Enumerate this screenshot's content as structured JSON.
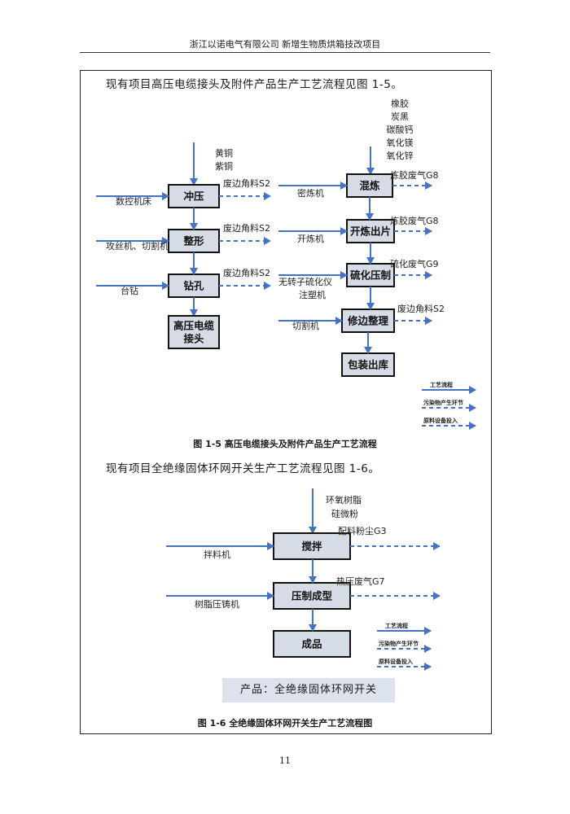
{
  "header": {
    "title": "浙江以诺电气有限公司 新增生物质烘箱技改项目"
  },
  "intro1": "现有项目高压电缆接头及附件产品生产工艺流程见图 1-5。",
  "intro2": "现有项目全绝缘固体环网开关生产工艺流程见图 1-6。",
  "fig5": {
    "caption": "图 1-5 高压电缆接头及附件产品生产工艺流程",
    "left": {
      "inputs": [
        "黄铜",
        "紫铜"
      ],
      "boxes": [
        "冲压",
        "整形",
        "钻孔"
      ],
      "final_box": [
        "高压电",
        "缆",
        "接头"
      ],
      "equipment": [
        "数控机床",
        "攻丝机、切割机",
        "台钻"
      ],
      "pollutants": [
        "废边角料S2",
        "废边角料S2",
        "废边角料S2"
      ]
    },
    "right": {
      "inputs": [
        "橡胶",
        "炭黑",
        "碳酸钙",
        "氧化镁",
        "氧化锌"
      ],
      "boxes": [
        "混炼",
        "开炼出片",
        "硫化压制",
        "修边整理",
        "包装出库"
      ],
      "equipment": [
        "密炼机",
        "开炼机",
        "无转子硫化仪",
        "注塑机",
        "切割机"
      ],
      "pollutants": [
        "炼胶废气G8",
        "炼胶废气G8",
        "硫化废气G9",
        "废边角料S2"
      ]
    },
    "legend": [
      "工艺流程",
      "污染物产生环节",
      "原料设备投入"
    ]
  },
  "fig6": {
    "caption": "图 1-6 全绝缘固体环网开关生产工艺流程图",
    "inputs": [
      "环氧树脂",
      "硅微粉"
    ],
    "boxes": [
      "搅拌",
      "压制成型",
      "成品"
    ],
    "equipment": [
      "拌料机",
      "树脂压铸机"
    ],
    "pollutants": [
      "配料粉尘G3",
      "热压废气G7"
    ],
    "legend": [
      "工艺流程",
      "污染物产生环节",
      "原料设备投入"
    ],
    "product": "产品：全绝缘固体环网开关"
  },
  "page_number": "11",
  "colors": {
    "flow": "#4472c4",
    "box_fill": "#d6dce5",
    "banner": "#dde3ee"
  }
}
